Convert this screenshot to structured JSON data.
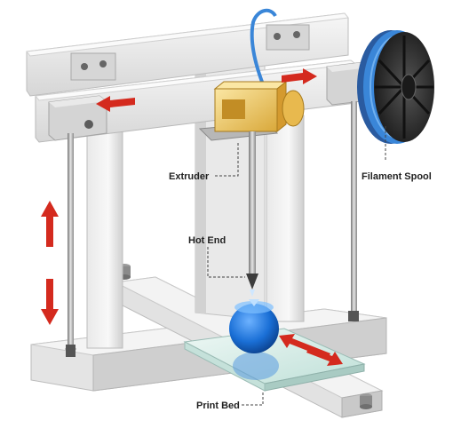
{
  "labels": {
    "extruder": "Extruder",
    "filament_spool": "Filament Spool",
    "hot_end": "Hot End",
    "print_bed": "Print Bed"
  },
  "colors": {
    "frame_light": "#f2f2f2",
    "frame_mid": "#dcdcdc",
    "frame_dark": "#b9b9b9",
    "arrow": "#d42a1e",
    "extruder": "#f0cf6e",
    "filament": "#3a86d8",
    "spool": "#2d2d2d",
    "print_object": "#1a6fd6",
    "bed_glass": "#d8ece8"
  },
  "icons": [
    "arrow-left-icon",
    "arrow-right-icon",
    "arrow-up-icon",
    "arrow-down-icon",
    "arrow-diagonal-icon"
  ]
}
